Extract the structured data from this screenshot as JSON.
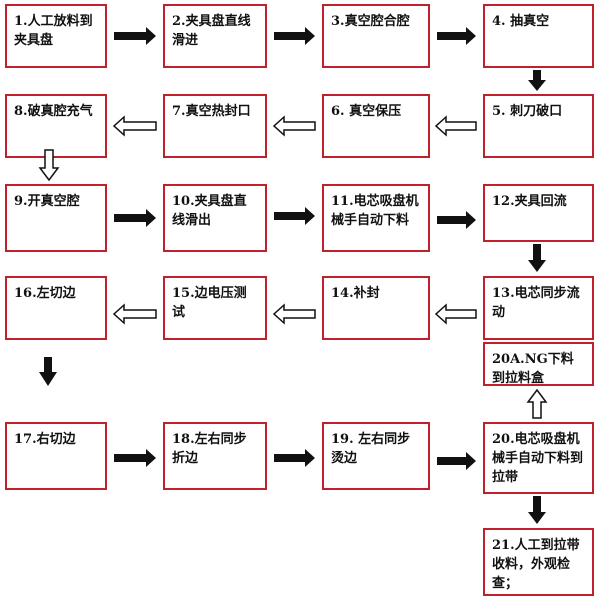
{
  "steps": {
    "s1": "1.人工放料到夹具盘",
    "s2": "2.夹具盘直线滑进",
    "s3": "3.真空腔合腔",
    "s4": "4. 抽真空",
    "s5": "5. 刺刀破口",
    "s6": "6. 真空保压",
    "s7": "7.真空热封口",
    "s8": "8.破真腔充气",
    "s9": "9.开真空腔",
    "s10": "10.夹具盘直线滑出",
    "s11": "11.电芯吸盘机械手自动下料",
    "s12": "12.夹具回流",
    "s13": "13.电芯同步流动",
    "s14": "14.补封",
    "s15": "15.边电压测试",
    "s16": "16.左切边",
    "s17": "17.右切边",
    "s18": "18.左右同步折边",
    "s19": "19. 左右同步烫边",
    "s20": "20.电芯吸盘机械手自动下料到拉带",
    "s20a": "20A.NG下料到拉料盒",
    "s21": "21.人工到拉带收料，外观检查；"
  }
}
